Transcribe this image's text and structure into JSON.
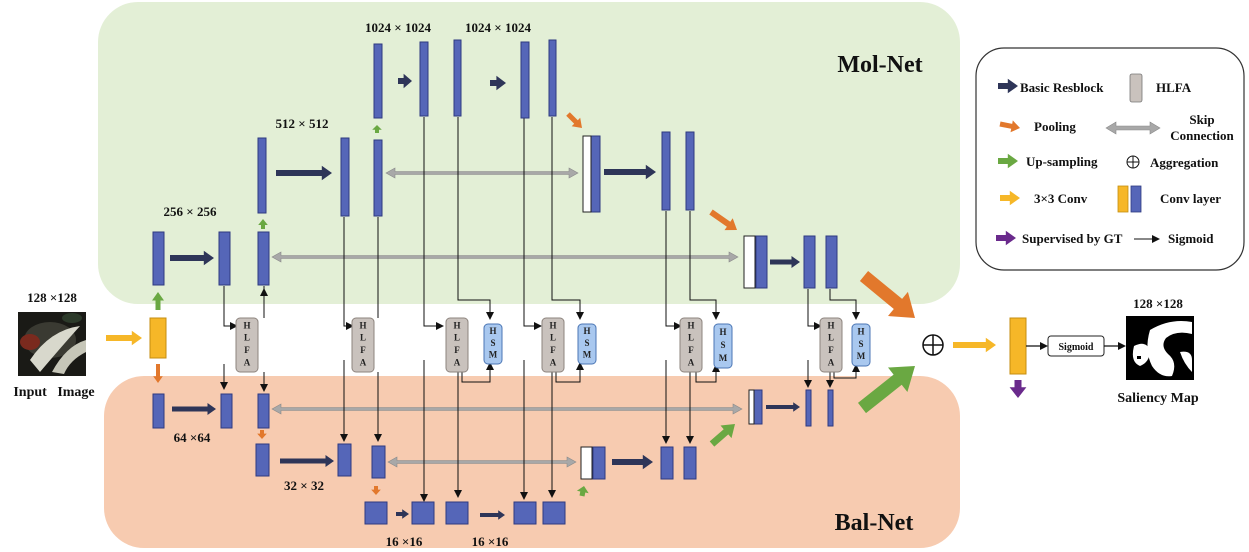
{
  "nets": {
    "mol": "Mol-Net",
    "bal": "Bal-Net"
  },
  "sizes": {
    "s1024a": "1024 × 1024",
    "s1024b": "1024 × 1024",
    "s512": "512 × 512",
    "s256": "256 × 256",
    "s128in": "128 ×128",
    "s64": "64 ×64",
    "s32": "32 × 32",
    "s16a": "16 ×16",
    "s16b": "16 ×16",
    "s128out": "128 ×128"
  },
  "io": {
    "input": "Input   Image",
    "output": "Saliency Map",
    "sigmoid": "Sigmoid"
  },
  "modules": {
    "hlfa": [
      "H",
      "L",
      "F",
      "A"
    ],
    "hsm": [
      "H",
      "S",
      "M"
    ]
  },
  "legend": {
    "basic_resblock": "Basic Resblock",
    "hlfa": "HLFA",
    "pooling": "Pooling",
    "skip1": "Skip",
    "skip2": "Connection",
    "upsampling": "Up-sampling",
    "aggregation": "Aggregation",
    "conv3": "3×3 Conv",
    "conv_layer": "Conv layer",
    "supervised": "Supervised by GT",
    "sigmoid": "Sigmoid"
  },
  "colors": {
    "mol_bg": "#e3efd6",
    "bal_bg": "#f7cbb0",
    "block": "#5566b8",
    "resblock_arrow": "#2e3558",
    "pool_arrow": "#e2782c",
    "up_arrow": "#6aa842",
    "conv_arrow": "#f6b728",
    "gt_arrow": "#6a2a8c",
    "skip": "#a8a8a8",
    "hlfa": "#c9c2bd",
    "hsm": "#a9c8ef"
  }
}
